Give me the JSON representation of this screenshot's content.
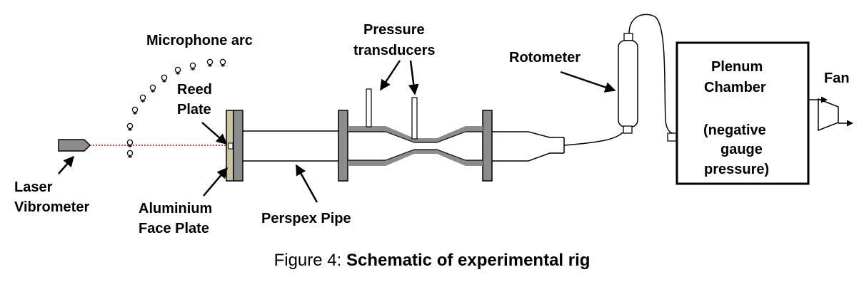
{
  "labels": {
    "microphone_arc": "Microphone arc",
    "pressure": "Pressure",
    "transducers": "transducers",
    "rotometer": "Rotometer",
    "plenum": "Plenum",
    "chamber": "Chamber",
    "negative": "(negative",
    "gauge": "gauge",
    "pressure_close": "pressure)",
    "fan": "Fan",
    "reed": "Reed",
    "plate": "Plate",
    "laser": "Laser",
    "vibrometer": "Vibrometer",
    "aluminium": "Aluminium",
    "face_plate": "Face Plate",
    "perspex_pipe": "Perspex Pipe"
  },
  "caption": {
    "prefix": "Figure 4:",
    "title": "Schematic of experimental rig"
  },
  "colors": {
    "stroke": "#000000",
    "gray": "#8c8c8c",
    "dark_gray": "#777777",
    "laser_beam": "#cc0000",
    "face_plate": "#c8c3a0"
  }
}
